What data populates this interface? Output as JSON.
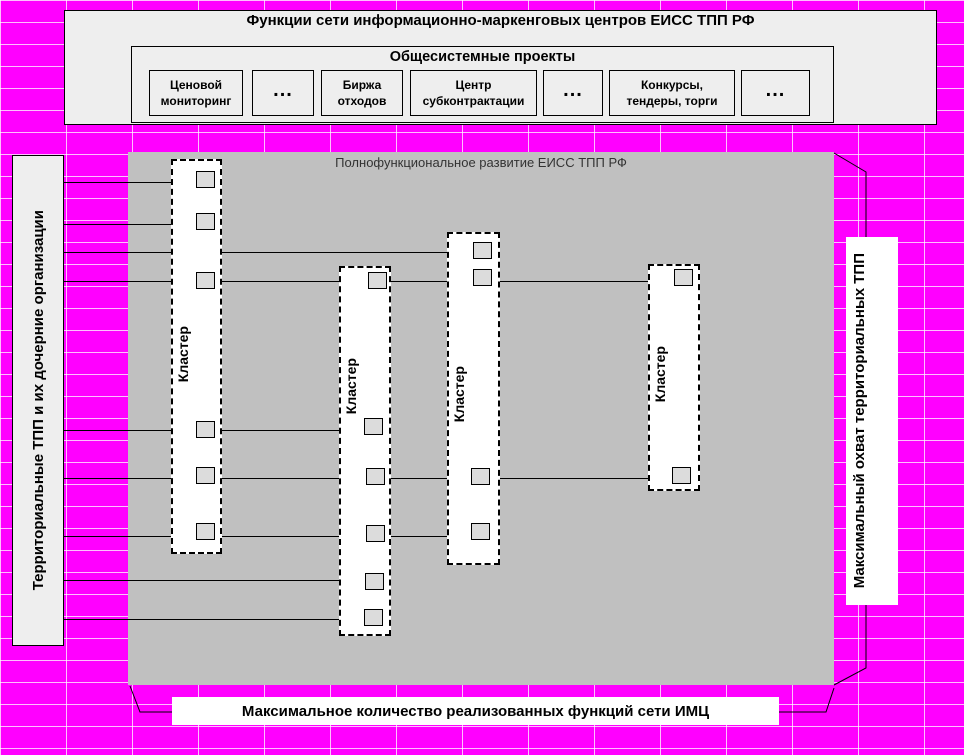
{
  "header": {
    "title": "Функции сети информационно-маркенговых центров ЕИСС ТПП РФ",
    "common_projects_title": "Общесистемные проекты",
    "projects": [
      {
        "line1": "Ценовой",
        "line2": "мониторинг"
      },
      {
        "line1": "...",
        "line2": ""
      },
      {
        "line1": "Биржа",
        "line2": "отходов"
      },
      {
        "line1": "Центр",
        "line2": "субконтрактации"
      },
      {
        "line1": "...",
        "line2": ""
      },
      {
        "line1": "Конкурсы,",
        "line2": "тендеры, торги"
      },
      {
        "line1": "...",
        "line2": ""
      }
    ]
  },
  "main": {
    "area_title": "Полнофункциональное развитие ЕИСС ТПП РФ",
    "left_label": "Территориальные ТПП и их дочерние организации",
    "right_label": "Максимальный охват территориальных ТПП",
    "bottom_label": "Максимальное количество реализованных функций сети ИМЦ",
    "cluster_label": "Кластер"
  },
  "colors": {
    "background": "#ff00ff",
    "panel": "#eeeeee",
    "area": "#c0c0c0",
    "node": "#dcdcdc"
  }
}
